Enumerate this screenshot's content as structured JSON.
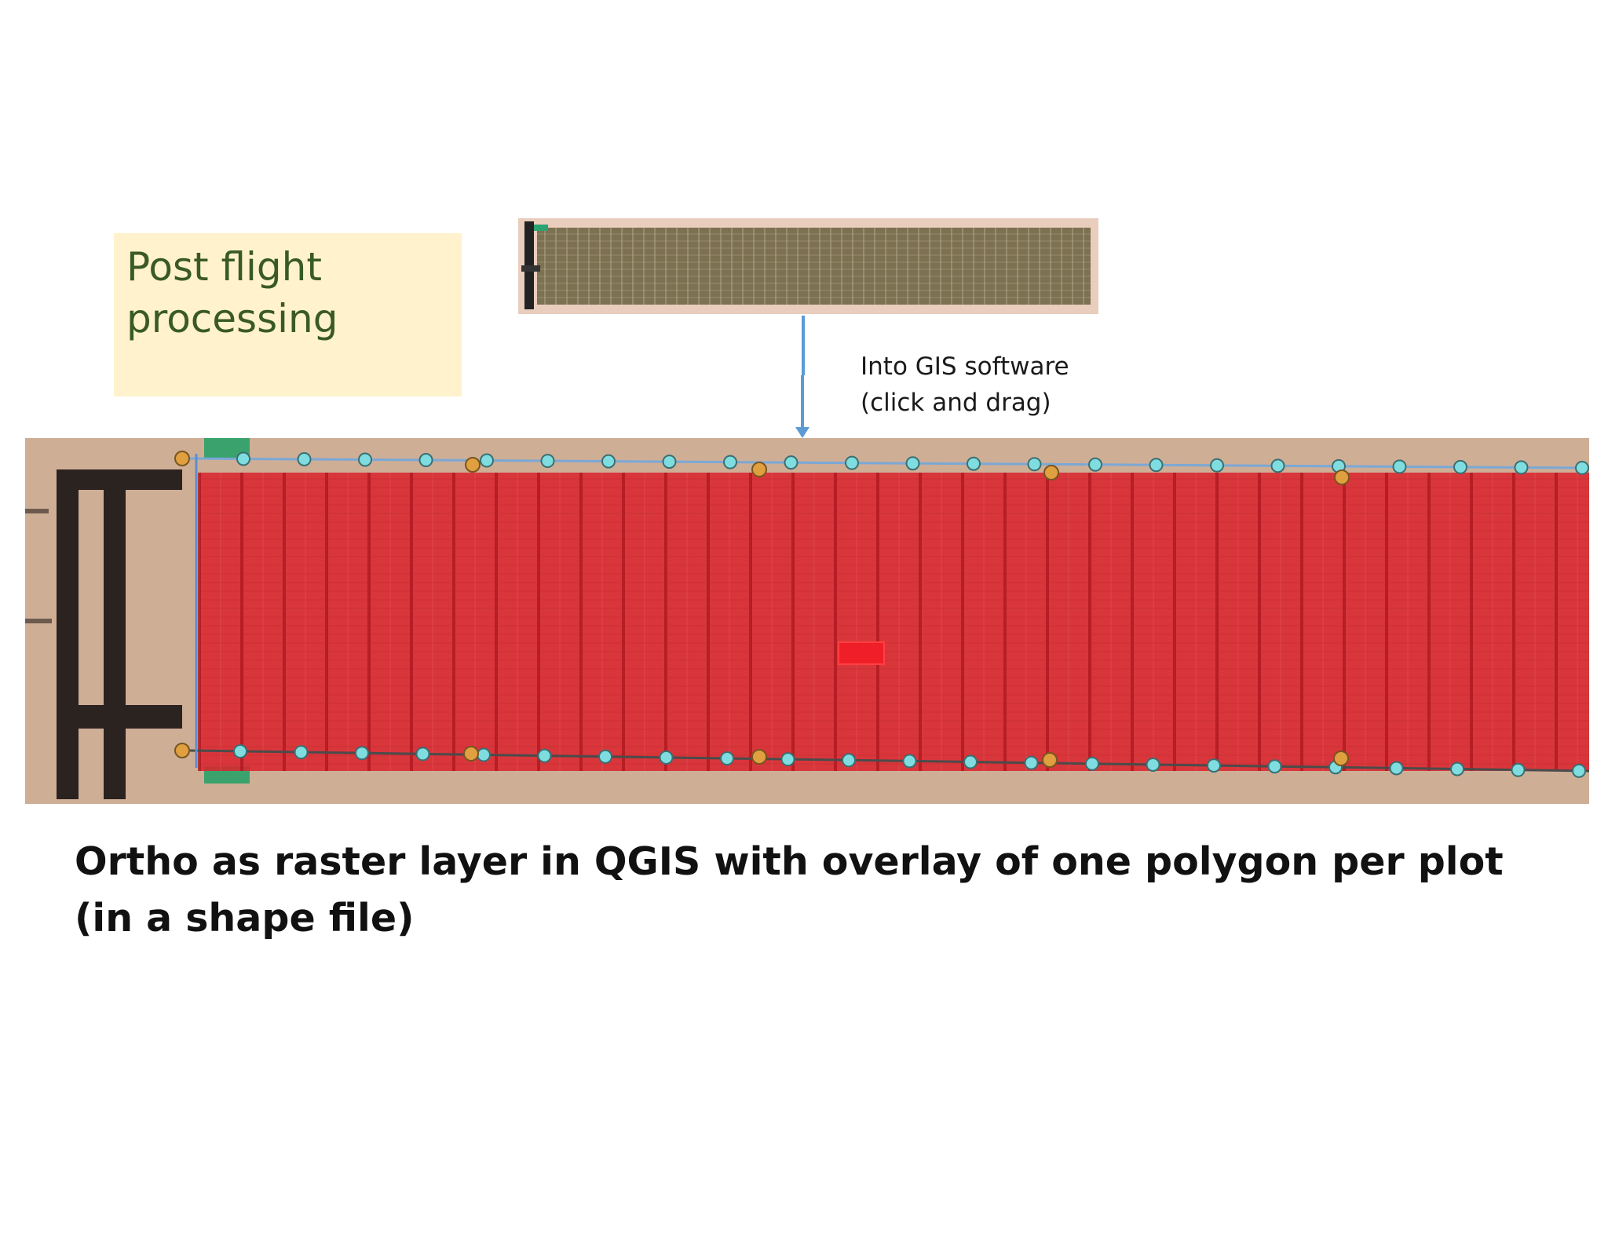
{
  "slide": {
    "title": "Post flight\nprocessing",
    "arrow_note": "Into GIS software\n(click and drag)",
    "caption": "Ortho as raster layer in QGIS with overlay of one polygon per plot (in a shape file)"
  },
  "colors": {
    "title_box_bg": "#fff2cc",
    "title_text": "#3a5a24",
    "arrow": "#5b9bd5",
    "plot_overlay": "#d9262f",
    "vertex_marker": "#7fdde0",
    "gcp_marker": "#e0a040",
    "soil": "#cfae96"
  },
  "icons": {
    "arrow": "arrow-down-icon"
  }
}
